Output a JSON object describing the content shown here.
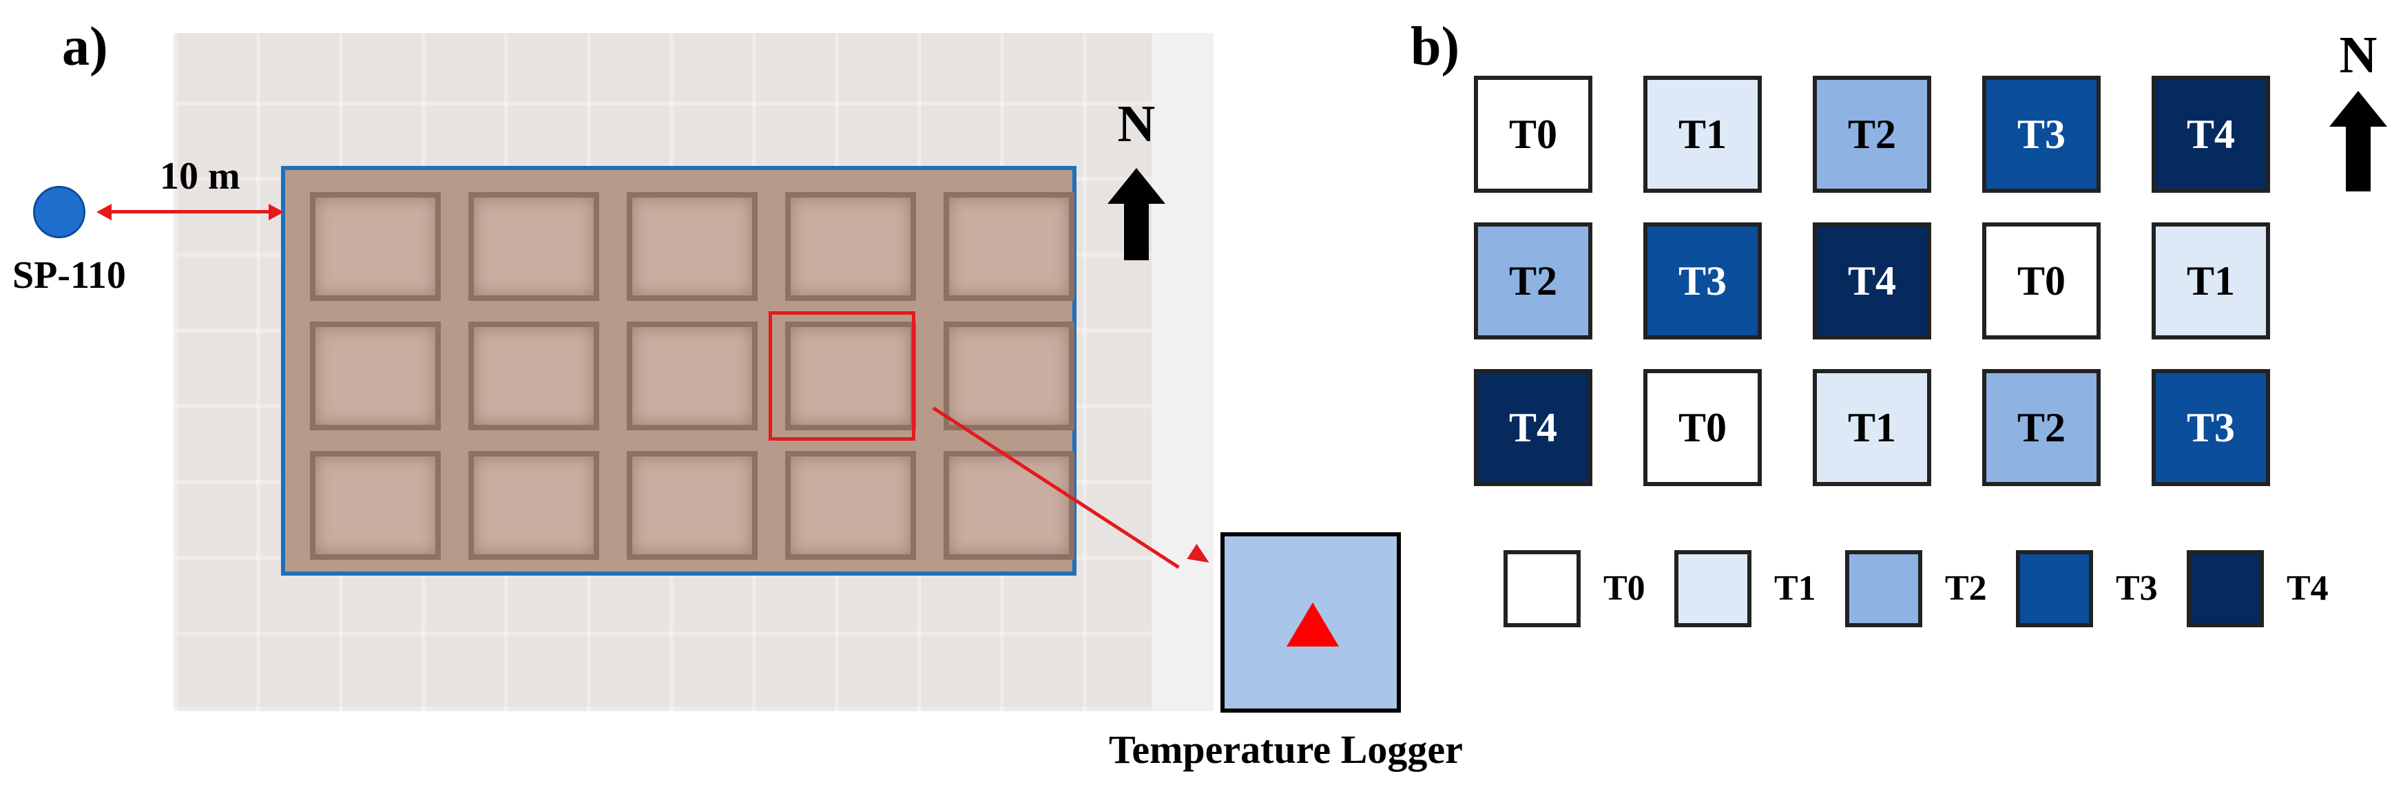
{
  "panel_a": {
    "label": "a)",
    "north": "N",
    "distance_label": "10 m",
    "station_label": "SP-110",
    "logger_label": "Temperature Logger"
  },
  "panel_b": {
    "label": "b)",
    "north": "N",
    "grid": [
      [
        "T0",
        "T1",
        "T2",
        "T3",
        "T4"
      ],
      [
        "T2",
        "T3",
        "T4",
        "T0",
        "T1"
      ],
      [
        "T4",
        "T0",
        "T1",
        "T2",
        "T3"
      ]
    ],
    "legend": [
      "T0",
      "T1",
      "T2",
      "T3",
      "T4"
    ],
    "treatment_colors": {
      "T0": "#ffffff",
      "T1": "#dde9f6",
      "T2": "#8eb2e2",
      "T3": "#0b4e9c",
      "T4": "#062a5e"
    }
  },
  "colors": {
    "field_border": "#1f6fba",
    "highlight": "#e41a1c",
    "station_dot": "#1f6fcf",
    "logger_fill": "#a9c6ea",
    "logger_marker": "#ff0000"
  }
}
